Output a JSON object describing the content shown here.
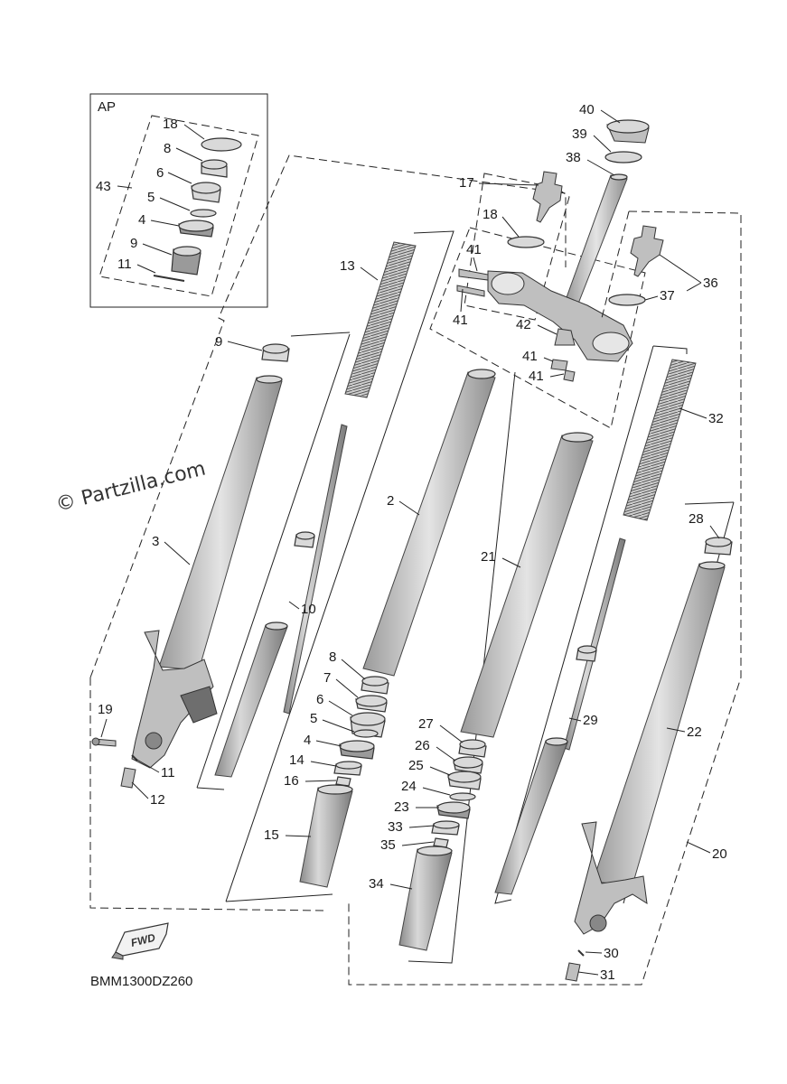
{
  "diagram": {
    "inset_label": "AP",
    "diagram_code": "BMM1300DZ260",
    "watermark": "© Partzilla.com",
    "fwd_arrow_label": "FWD",
    "callouts": {
      "c40": "40",
      "c39": "39",
      "c38": "38",
      "c17": "17",
      "c18a": "18",
      "c36": "36",
      "c37": "37",
      "c41a": "41",
      "c41b": "41",
      "c41c": "41",
      "c41d": "41",
      "c42": "42",
      "c13": "13",
      "c32": "32",
      "ap18": "18",
      "ap8": "8",
      "ap6": "6",
      "ap43": "43",
      "ap5": "5",
      "ap4": "4",
      "ap9": "9",
      "ap11": "11",
      "c9": "9",
      "c3": "3",
      "c10": "10",
      "c2": "2",
      "c21": "21",
      "c28": "28",
      "c22": "22",
      "c29": "29",
      "c8": "8",
      "c7": "7",
      "c6": "6",
      "c5": "5",
      "c4": "4",
      "c14": "14",
      "c16": "16",
      "c15": "15",
      "c19": "19",
      "c11": "11",
      "c12": "12",
      "c27": "27",
      "c26": "26",
      "c25": "25",
      "c24": "24",
      "c23": "23",
      "c33": "33",
      "c35": "35",
      "c34": "34",
      "c20": "20",
      "c30": "30",
      "c31": "31"
    }
  }
}
